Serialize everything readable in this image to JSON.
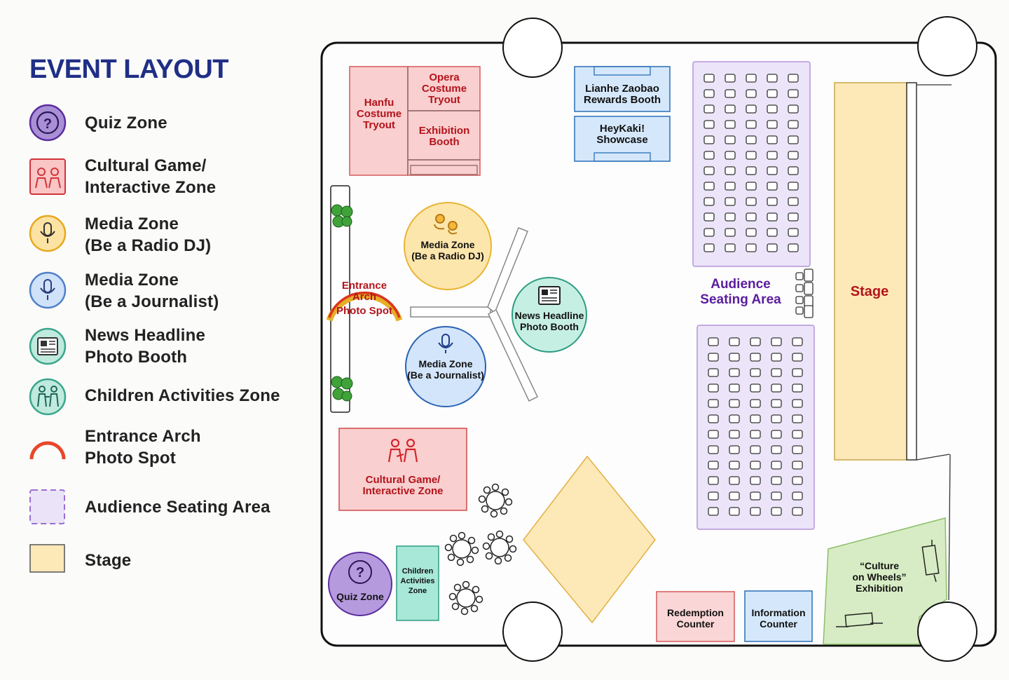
{
  "legend": {
    "title": "EVENT LAYOUT",
    "items": [
      {
        "line1": "Quiz Zone",
        "line2": "",
        "icon": "question-icon",
        "color": "#a98fd6"
      },
      {
        "line1": "Cultural Game/",
        "line2": "Interactive Zone",
        "icon": "people-game-icon",
        "color": "#f6b7b7"
      },
      {
        "line1": "Media Zone",
        "line2": "(Be a Radio DJ)",
        "icon": "microphone-icon",
        "color": "#fde3a3"
      },
      {
        "line1": "Media Zone",
        "line2": "(Be a Journalist)",
        "icon": "microphone-icon",
        "color": "#bcd8f6"
      },
      {
        "line1": "News Headline",
        "line2": "Photo Booth",
        "icon": "newspaper-icon",
        "color": "#a8e3d5"
      },
      {
        "line1": "Children Activities Zone",
        "line2": "",
        "icon": "children-icon",
        "color": "#a8e3d5"
      },
      {
        "line1": "Entrance Arch",
        "line2": "Photo Spot",
        "icon": "arch-icon",
        "color": "#e8472b"
      },
      {
        "line1": "Audience Seating Area",
        "line2": "",
        "icon": "dashed-square-icon",
        "color": "#e8e0f6"
      },
      {
        "line1": "Stage",
        "line2": "",
        "icon": "square-icon",
        "color": "#fde9b7"
      }
    ]
  },
  "map": {
    "hanfu": [
      "Hanfu",
      "Costume",
      "Tryout"
    ],
    "opera": [
      "Opera",
      "Costume",
      "Tryout"
    ],
    "exhibition_booth": [
      "Exhibition",
      "Booth"
    ],
    "lianhe": [
      "Lianhe Zaobao",
      "Rewards Booth"
    ],
    "heykaki": [
      "HeyKaki!",
      "Showcase"
    ],
    "radio_dj": [
      "Media Zone",
      "(Be a Radio DJ)"
    ],
    "journalist": [
      "Media Zone",
      "(Be a Journalist)"
    ],
    "news_booth": [
      "News Headline",
      "Photo Booth"
    ],
    "entrance": [
      "Entrance",
      "Arch",
      "Photo Spot"
    ],
    "cultural": [
      "Cultural Game/",
      "Interactive Zone"
    ],
    "quiz": "Quiz Zone",
    "children": [
      "Children",
      "Activities",
      "Zone"
    ],
    "audience": [
      "Audience",
      "Seating Area"
    ],
    "stage": "Stage",
    "redemption": [
      "Redemption",
      "Counter"
    ],
    "information": [
      "Information",
      "Counter"
    ],
    "culture_wheels": [
      "“Culture",
      "on Wheels”",
      "Exhibition"
    ]
  },
  "colors": {
    "title": "#1f2f86",
    "label_red": "#b3141c",
    "label_purple": "#5a1d9e",
    "stage": "#fde9b7",
    "seating": "#ece4f8",
    "pink": "#f9cfcf",
    "blue": "#d5e8fb",
    "yellow": "#fde6ac",
    "teal": "#c6efe3",
    "quiz": "#b69ade",
    "green": "#d7ecc4"
  }
}
